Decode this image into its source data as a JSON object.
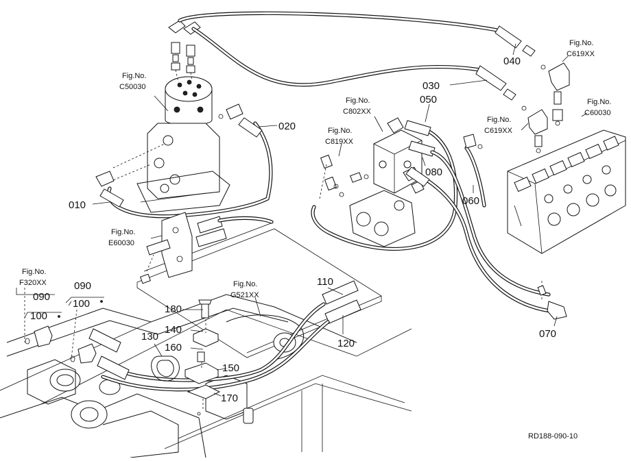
{
  "diagram": {
    "drawing_code": "RD188-090-10",
    "part_labels": [
      {
        "id": "p010",
        "text": "010"
      },
      {
        "id": "p020",
        "text": "020"
      },
      {
        "id": "p030",
        "text": "030"
      },
      {
        "id": "p040",
        "text": "040"
      },
      {
        "id": "p050",
        "text": "050"
      },
      {
        "id": "p060",
        "text": "060"
      },
      {
        "id": "p070",
        "text": "070"
      },
      {
        "id": "p080",
        "text": "080"
      },
      {
        "id": "p090a",
        "text": "090"
      },
      {
        "id": "p090b",
        "text": "090"
      },
      {
        "id": "p100a",
        "text": "100"
      },
      {
        "id": "p100b",
        "text": "100"
      },
      {
        "id": "p110",
        "text": "110"
      },
      {
        "id": "p120",
        "text": "120"
      },
      {
        "id": "p130",
        "text": "130"
      },
      {
        "id": "p140",
        "text": "140"
      },
      {
        "id": "p150",
        "text": "150"
      },
      {
        "id": "p160",
        "text": "160"
      },
      {
        "id": "p170",
        "text": "170"
      },
      {
        "id": "p180",
        "text": "180"
      }
    ],
    "fig_refs": [
      {
        "id": "C50030",
        "line1": "Fig.No.",
        "line2": "C50030"
      },
      {
        "id": "C802XX",
        "line1": "Fig.No.",
        "line2": "C802XX"
      },
      {
        "id": "C819XX",
        "line1": "Fig.No.",
        "line2": "C819XX"
      },
      {
        "id": "C619XXa",
        "line1": "Fig.No.",
        "line2": "C619XX"
      },
      {
        "id": "C619XXb",
        "line1": "Fig.No.",
        "line2": "C619XX"
      },
      {
        "id": "C60030",
        "line1": "Fig.No.",
        "line2": "C60030"
      },
      {
        "id": "E60030",
        "line1": "Fig.No.",
        "line2": "E60030"
      },
      {
        "id": "F320XX",
        "line1": "Fig.No.",
        "line2": "F320XX"
      },
      {
        "id": "G521XX",
        "line1": "Fig.No.",
        "line2": "G521XX"
      }
    ]
  }
}
